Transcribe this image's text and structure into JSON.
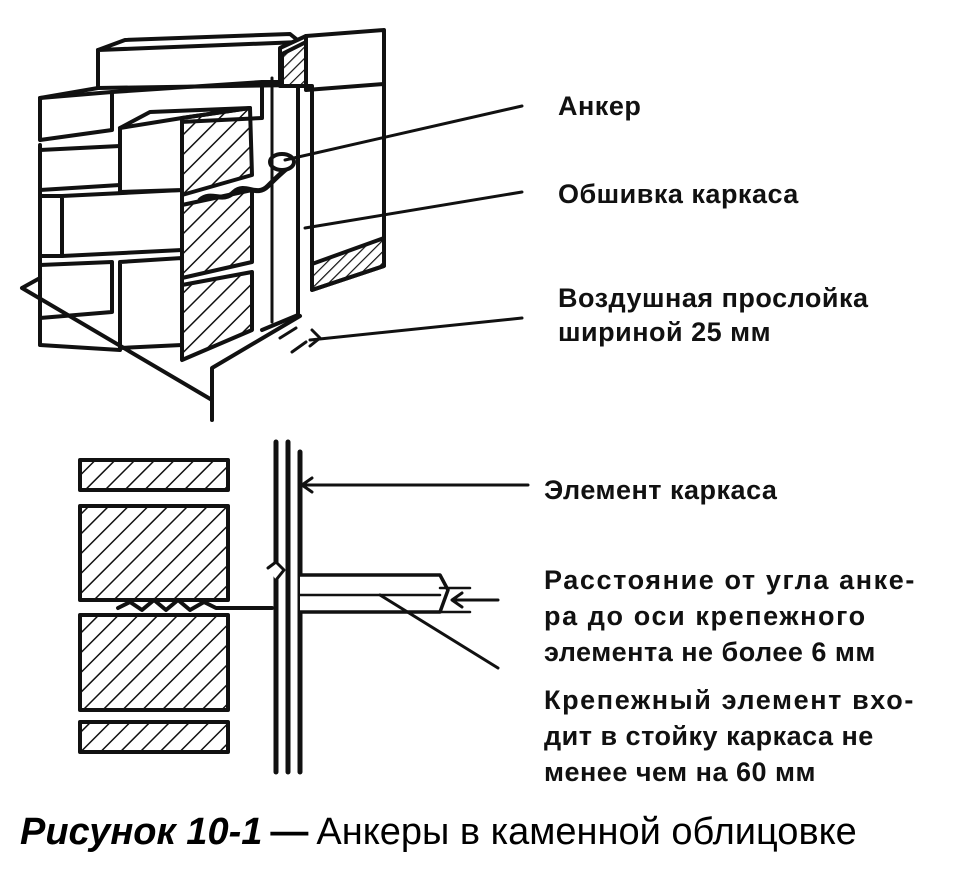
{
  "labels": {
    "anchor": "Анкер",
    "frame_sheathing": "Обшивка каркаса",
    "air_gap": [
      "Воздушная прослойка",
      "шириной 25 мм"
    ],
    "frame_element": "Элемент каркаса",
    "distance": [
      "Расстояние от угла анке-",
      "ра до оси крепежного",
      "элемента не более 6 мм"
    ],
    "fastener": [
      "Крепежный элемент вхо-",
      "дит в стойку каркаса не",
      "менее чем на 60 мм"
    ]
  },
  "caption": {
    "figure": "Рисунок 10-1",
    "dash": "—",
    "text": "Анкеры в каменной облицовке"
  },
  "colors": {
    "ink": "#111111",
    "paper": "#ffffff"
  }
}
